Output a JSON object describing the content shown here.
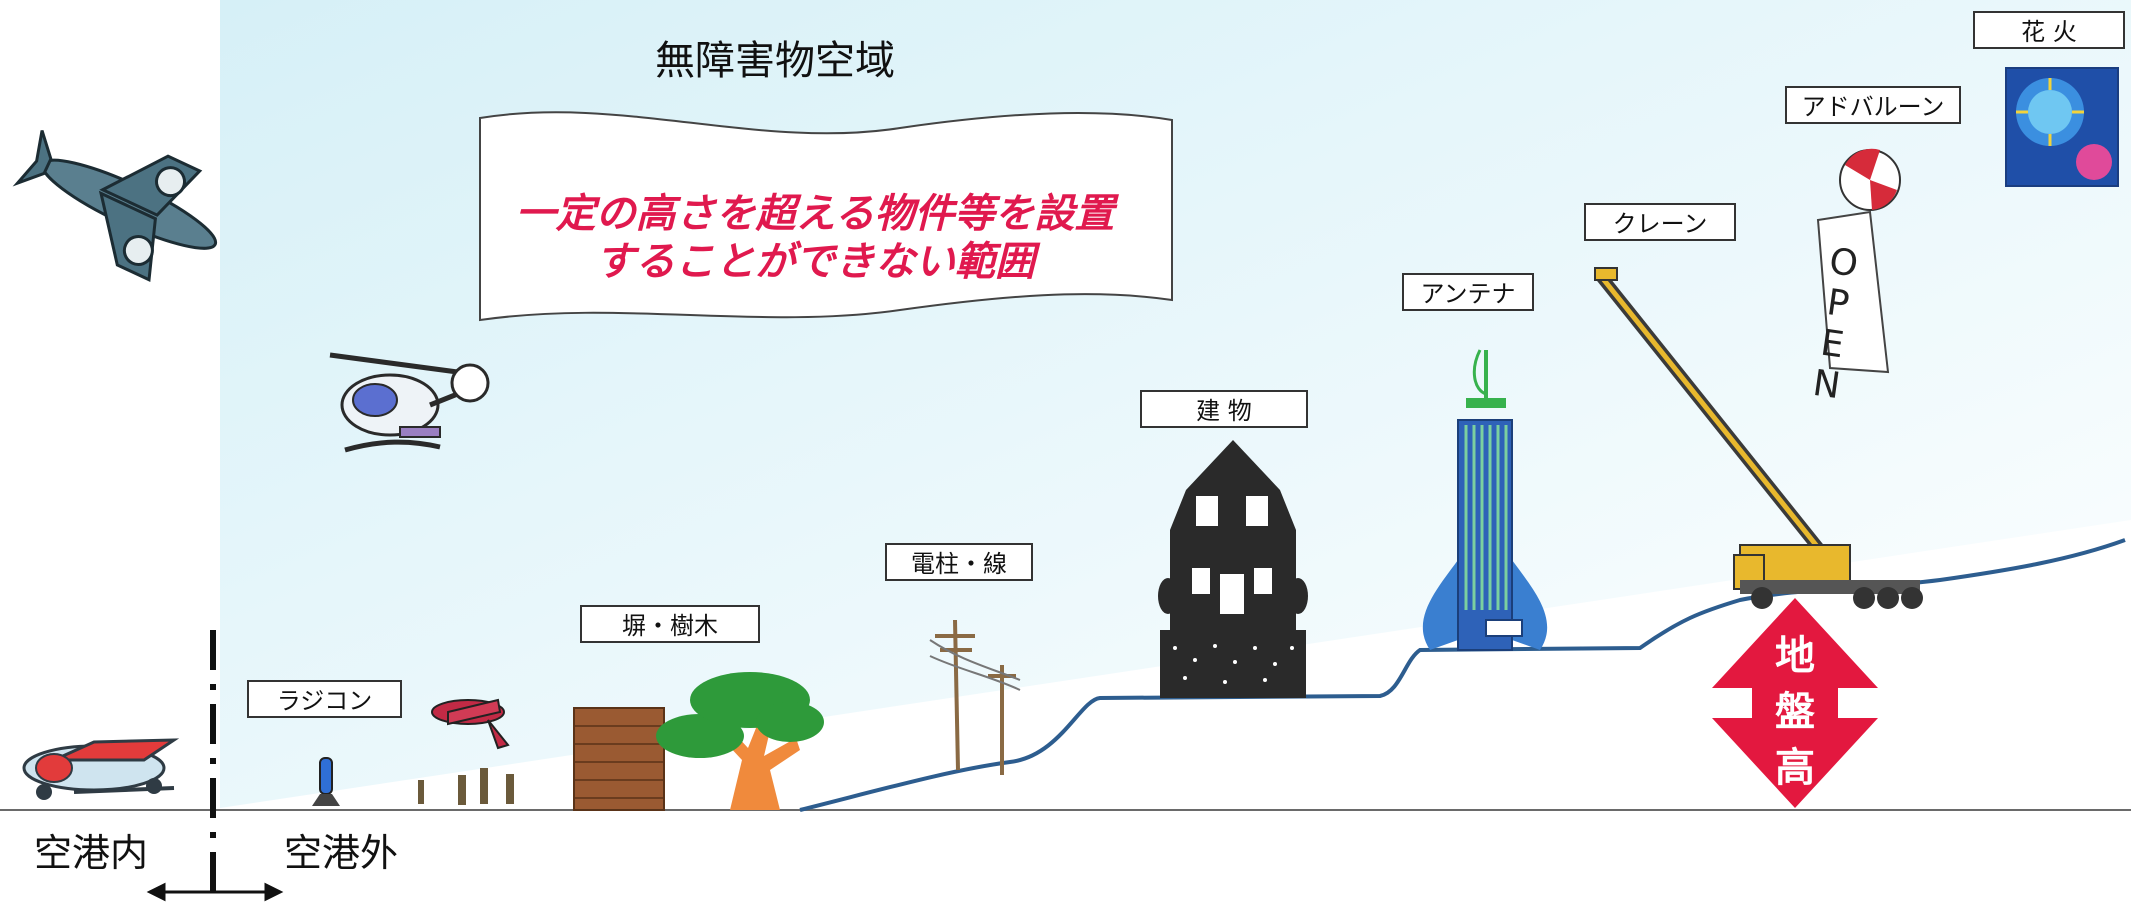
{
  "title": "無障害物空域",
  "banner": {
    "line1": "一定の高さを超える物件等を設置",
    "line2": "することができない範囲"
  },
  "labels": {
    "radicon": "ラジコン",
    "fence_tree": "塀・樹木",
    "pole_wire": "電柱・線",
    "building": "建 物",
    "antenna": "アンテナ",
    "crane": "クレーン",
    "ad_balloon": "アドバルーン",
    "fireworks": "花 火"
  },
  "balloon_banner": "OPEN",
  "ground_height": [
    "地",
    "盤",
    "高"
  ],
  "airport": {
    "inside": "空港内",
    "outside": "空港外"
  },
  "colors": {
    "banner_text": "#e0194e",
    "ground_arrow": "#e3183f",
    "terrain_line": "#2d5d8f",
    "sky": "#dff3f8"
  }
}
